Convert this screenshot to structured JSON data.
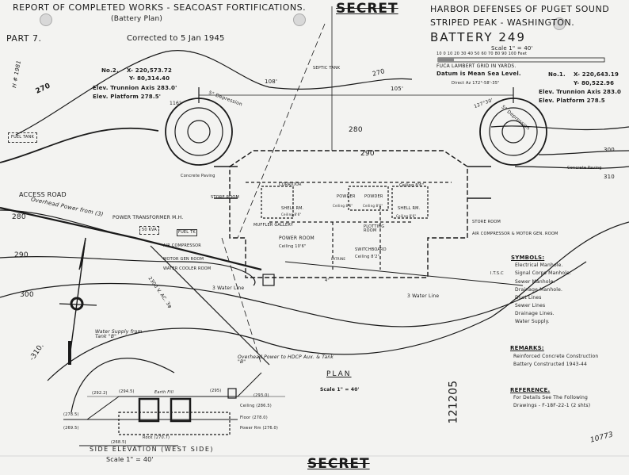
{
  "header": {
    "title": "REPORT OF COMPLETED WORKS - SEACOAST FORTIFICATIONS.",
    "subtitle": "(Battery Plan)",
    "part": "PART  7.",
    "corrected": "Corrected to 5 Jan 1945",
    "secret": "SECRET",
    "harbor": "HARBOR DEFENSES OF PUGET SOUND",
    "location": "STRIPED PEAK - WASHINGTON.",
    "battery": "BATTERY  249",
    "scale": "Scale 1\" = 40'",
    "scale_ticks": "10   0   10   20   30   40   50   60   70   80   90   100 Feet",
    "grid": "FUCA LAMBERT GRID IN YARDS.",
    "datum": "Datum is Mean Sea Level.",
    "handwritten_id": "H # 1981"
  },
  "guns": [
    {
      "no": "No.2.",
      "x": "X- 220,573.72",
      "y": "Y- 80,314.40",
      "trunnion": "Elev. Trunnion Axis 283.0'",
      "platform": "Elev. Platform  278.5'"
    },
    {
      "no": "No.1.",
      "x": "X- 220,643.19",
      "y": "Y- 80,522.96",
      "trunnion": "Elev. Trunnion Axis 283.0",
      "platform": "Elev. Platform  278.5"
    }
  ],
  "plan_labels": {
    "septic": "SEPTIC TANK",
    "dist_108": "108'",
    "dist_105": "105'",
    "azimuth": "Direct Az 172°-58'-35\"",
    "depression_l": "5° Depression",
    "depression_r": "5° Depression",
    "angle_116": "116°",
    "angle_127": "127°30'",
    "fuel_tank": "FUEL TANK",
    "concrete_paving_l": "Concrete Paving",
    "concrete_paving_r": "Concrete Paving",
    "access_road": "ACCESS ROAD",
    "overhead_from": "Overhead Power from (3)",
    "transformer": "POWER TRANSFORMER M.H.",
    "kva": "50 KVA",
    "fuel_tk": "FUEL TK",
    "air_comp": "AIR COMPRESSOR",
    "motor_gen": "MOTOR GEN ROOM",
    "water_cooler": "WATER COOLER ROOM",
    "hv": "2300 V. AC. 3φ",
    "water_line_1": "3 Water Line",
    "water_line_2": "3 Water Line",
    "store_l": "STORE ROOM",
    "corridor": "CORRIDOR",
    "shell_l": "SHELL RM.",
    "shell_l_ceiling": "Ceiling 8'6\"",
    "powder_1": "POWDER",
    "powder_1_ceiling": "Ceiling 8'6\"",
    "powder_2": "POWDER",
    "powder_2_ceiling": "Ceiling 8'6\"",
    "shell_r": "SHELL RM.",
    "shell_r_ceiling": "Ceiling 8'6\"",
    "ceiling_r": "Ceiling 8'6\"",
    "muffler": "MUFFLER GALLERY",
    "power_room": "POWER ROOM",
    "power_ceiling": "Ceiling 10'6\"",
    "plotting": "PLOTTING ROOM",
    "switchboard": "SWITCHBOARD",
    "switch_ceiling": "Ceiling 8'2\"",
    "latrine": "LATRINE",
    "store_r": "STORE ROOM",
    "air_comp_r": "AIR COMPRESSOR & MOTOR GEN. ROOM",
    "water_supply": "Water Supply from Tank \"B\"",
    "overhead_to": "Overhead Power to HDCP Aux. & Tank \"B\"",
    "plan": "PLAN",
    "plan_scale": "Scale 1\" = 40'",
    "drawing_no": "121205",
    "four": "4\""
  },
  "contours": [
    "270",
    "280",
    "290",
    "300",
    "-310.",
    "270",
    "280",
    "290",
    "300",
    "310"
  ],
  "symbols": {
    "title": "SYMBOLS:",
    "items": [
      "Electrical Manhole.",
      "Signal Corps Manhole.",
      "Sewer Manhole.",
      "Drainage Manhole.",
      "Duct Lines",
      "Sewer Lines",
      "Drainage Lines.",
      "Water Supply."
    ],
    "sc_mark": "I.T.S.C"
  },
  "remarks": {
    "title": "REMARKS:",
    "lines": [
      "Reinforced Concrete Construction",
      "Battery Constructed 1943-44"
    ]
  },
  "reference": {
    "title": "REFERENCE.",
    "lines": [
      "For Details See The Following",
      "Drawings - F-18F-22-1 (2 shts)"
    ]
  },
  "elevation": {
    "e1": "(292.2)",
    "e2": "(294.5)",
    "fill": "Earth Fill",
    "e3": "(295)",
    "e4": "(293.0)",
    "ceiling": "Ceiling (286.5)",
    "floor": "Floor (278.0)",
    "power": "Power Rm (276.0)",
    "rock": "Rock (270.7)",
    "e5": "(268.5)",
    "e6": "(278.5)",
    "e7": "(269.5)",
    "title": "SIDE ELEVATION (WEST SIDE)",
    "scale": "Scale 1\" = 40'"
  },
  "footer": {
    "secret": "SECRET",
    "handwritten": "10773"
  }
}
